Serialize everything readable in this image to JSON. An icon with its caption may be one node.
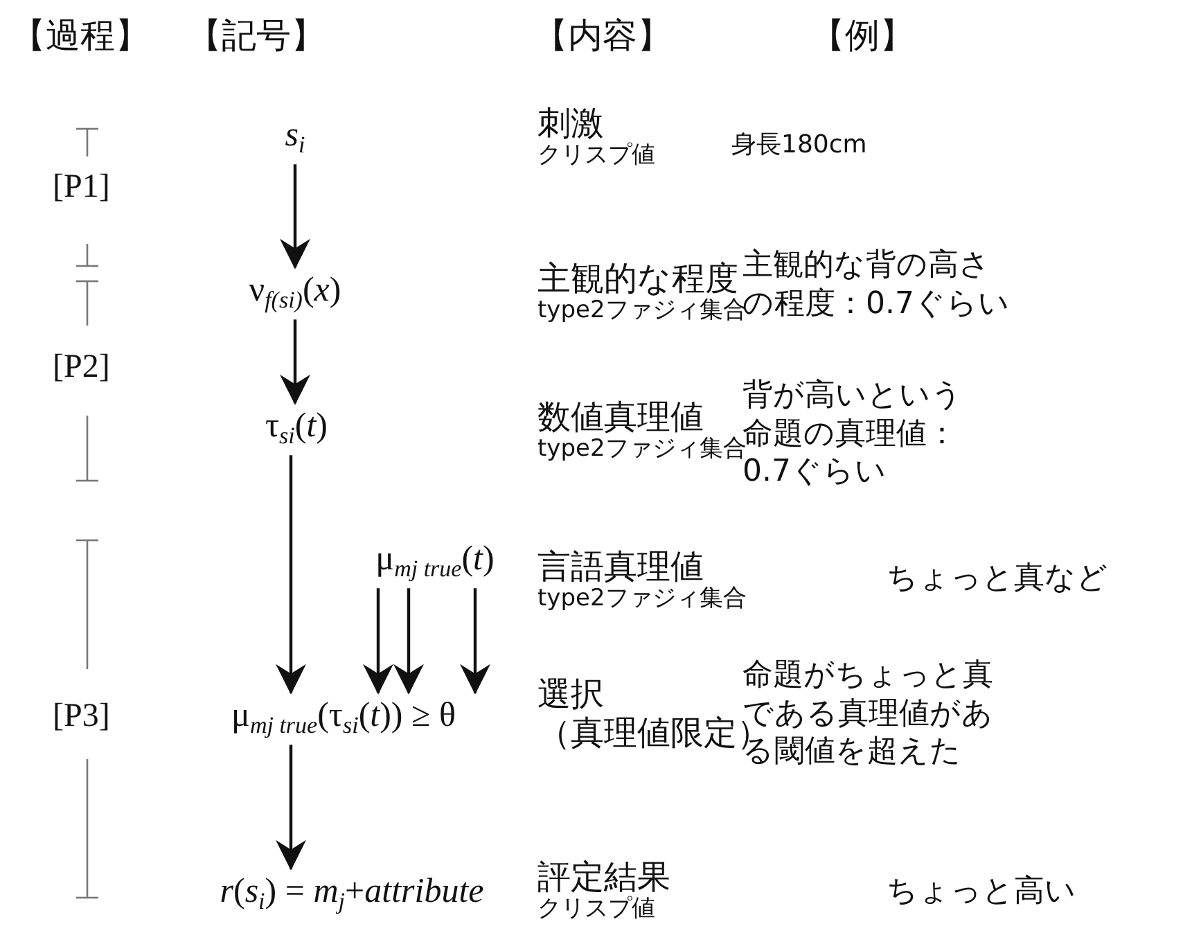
{
  "diagram": {
    "nodes": [
      {
        "text": [
          "*s*$_{i}$"
        ]
      },
      {
        "text": [
          "ν$_{f(si)}$(*x*)"
        ]
      },
      {
        "text": [
          "τ$_{si}$(*t*)"
        ]
      },
      {
        "text": [
          "μ$_{mj true}$(*t*)"
        ]
      },
      {
        "text": [
          "μ$_{mj true}$(τ$_{si}$(*t*)) ≥ θ"
        ]
      },
      {
        "text": [
          "*r*(*s*$_{i}$) = *m*$_{j}$+*attribute*"
        ]
      }
    ],
    "edges": [
      {
        "from": 0,
        "to": 1,
        "arrow": "to"
      },
      {
        "from": 1,
        "to": 2,
        "arrow": "to"
      },
      {
        "from": 2,
        "to": 4,
        "arrow": "to"
      },
      {
        "from": 3,
        "to": 4,
        "arrow": "to"
      },
      {
        "from": 3,
        "to": 4,
        "arrow": "to"
      },
      {
        "from": 3,
        "to": 4,
        "arrow": "to"
      },
      {
        "from": 4,
        "to": 5,
        "arrow": "to"
      }
    ],
    "labels": [
      "【過程】",
      "【記号】",
      "【内容】",
      "【例】",
      "[P1]",
      "刺激",
      "クリスプ値",
      "身長180cm",
      "主観的な程度",
      "type2ファジィ集合",
      "主観的な背の高さの程度：0.7ぐらい",
      "[P2]",
      "数値真理値",
      "type2ファジィ集合",
      "背が高いという命題の真理値：0.7ぐらい",
      "言語真理値",
      "type2ファジィ集合",
      "ちょっと真など",
      "[P3]",
      "選択",
      "（真理値限定）",
      "命題がちょっと真である真理値がある閾値を超えた",
      "評定結果",
      "クリスプ値",
      "ちょっと高い"
    ]
  }
}
